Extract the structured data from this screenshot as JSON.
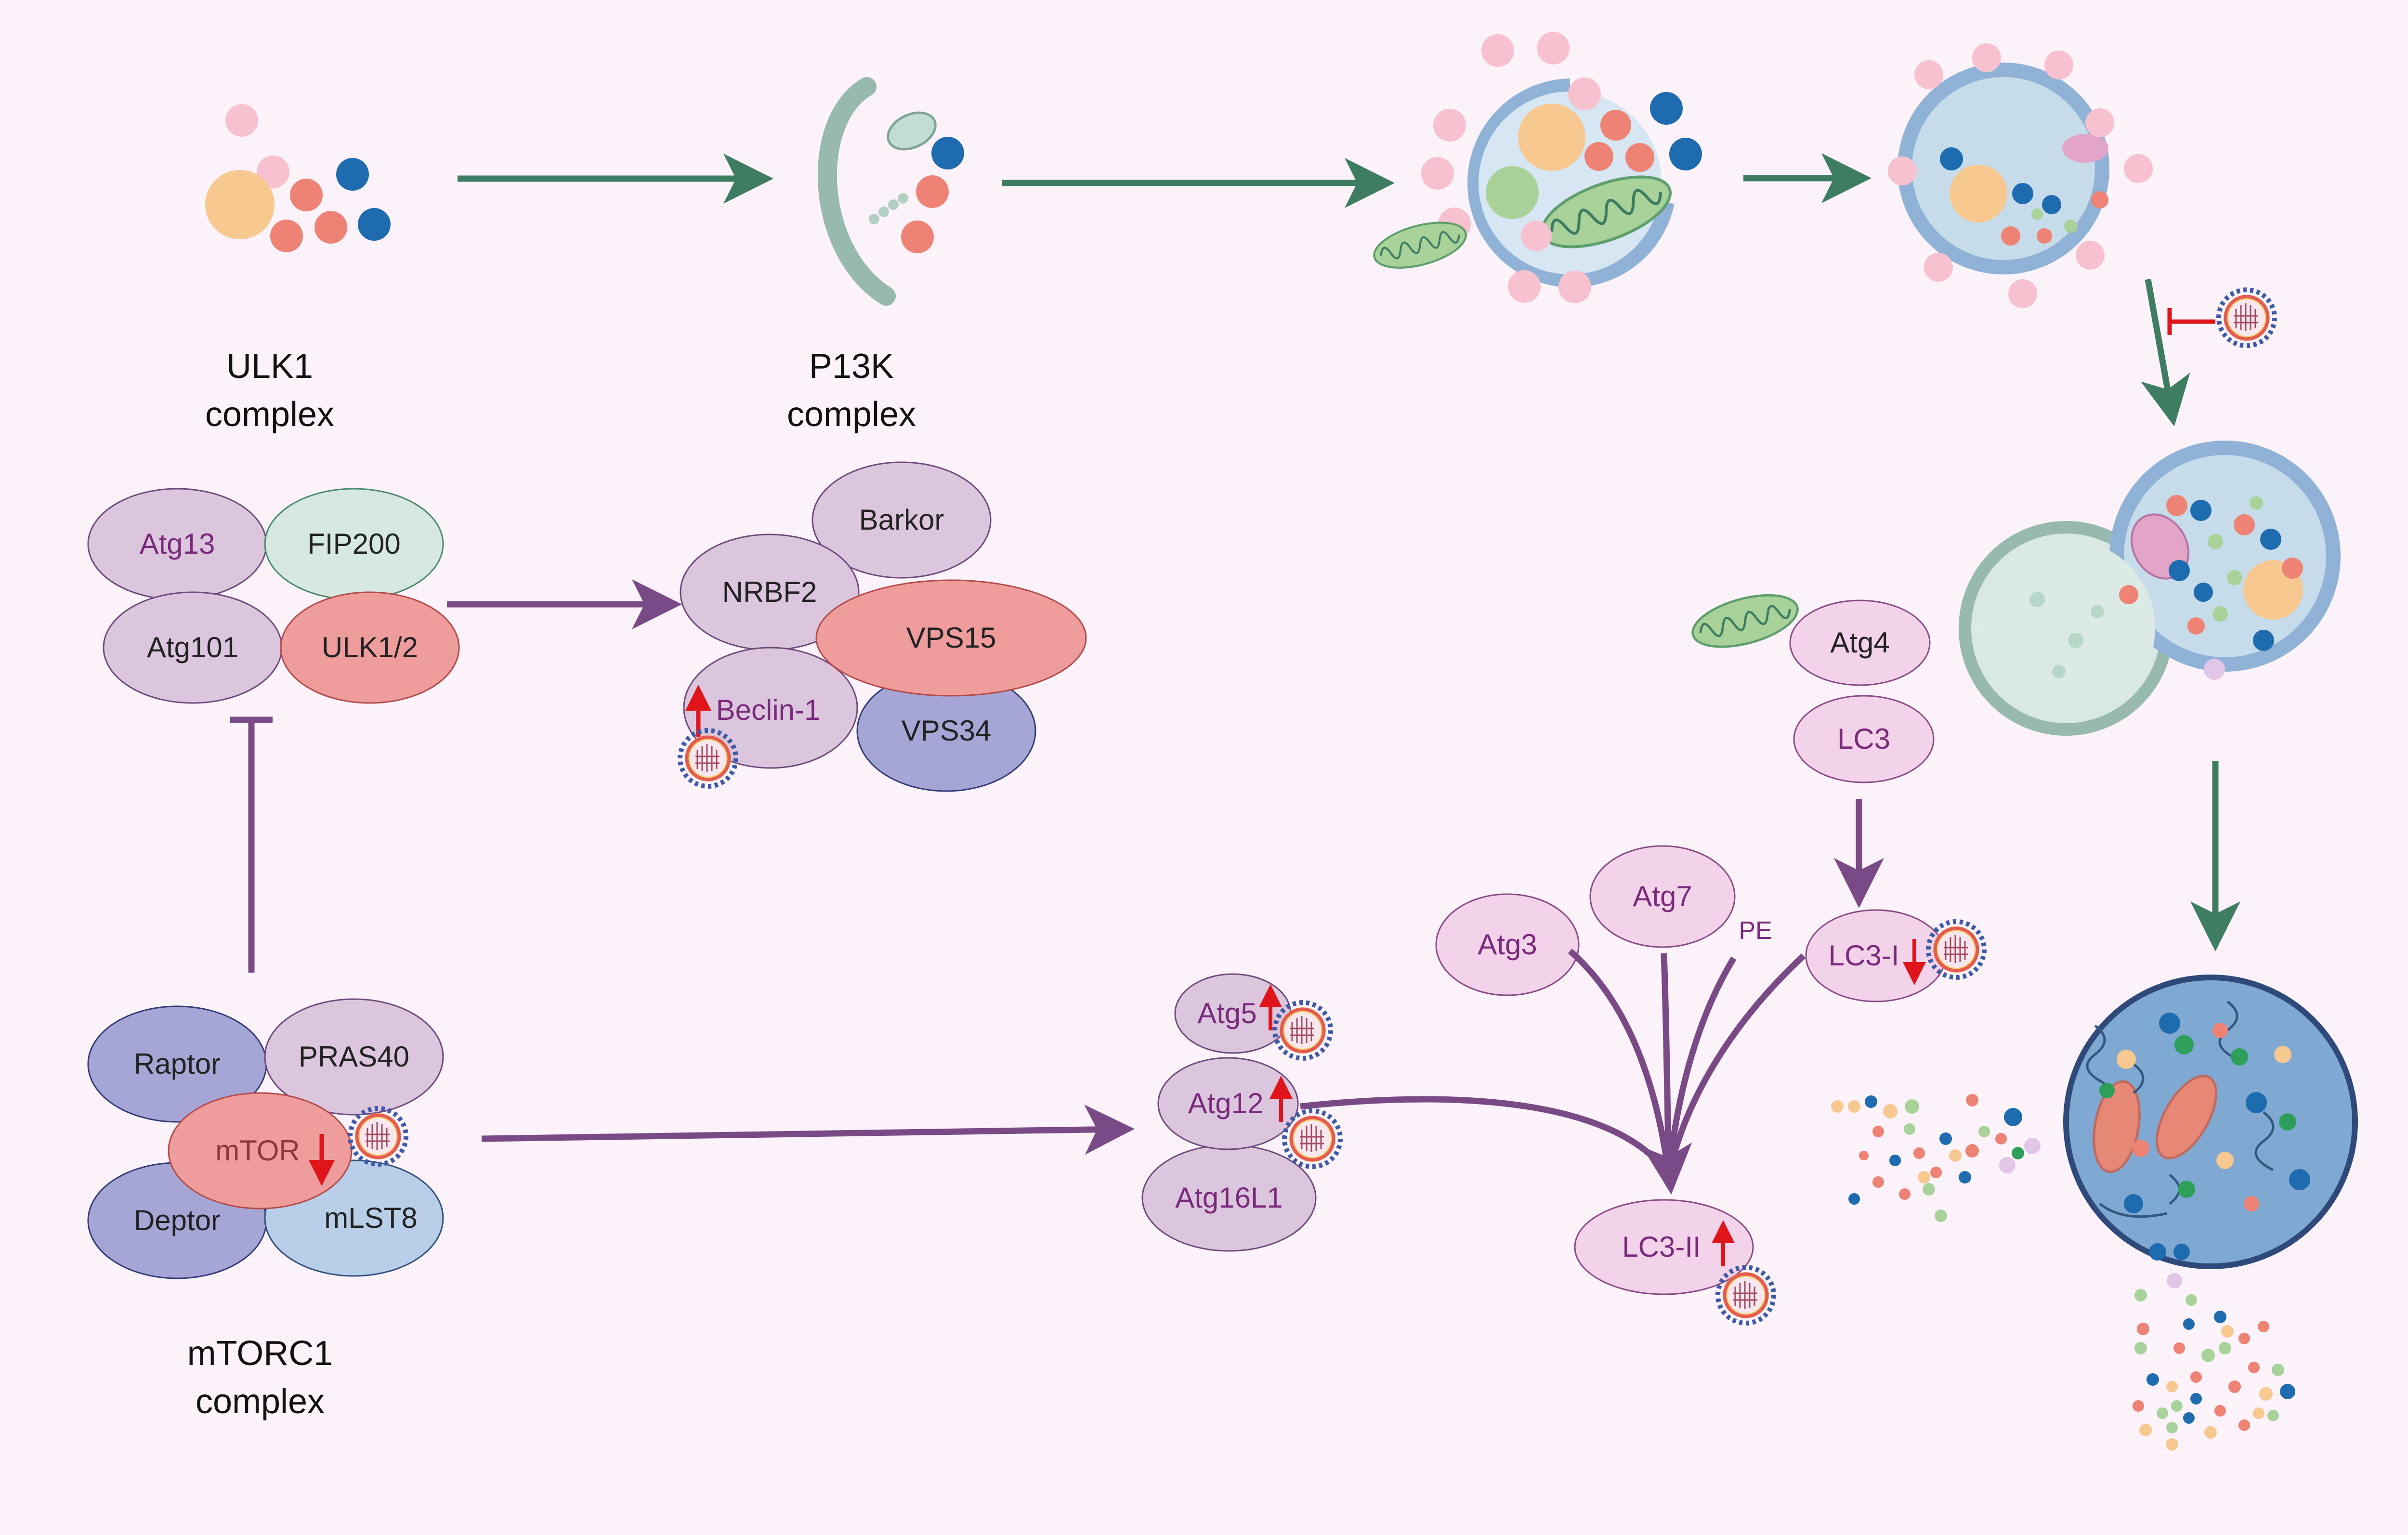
{
  "labels": {
    "ulk1_caption_1": "ULK1",
    "ulk1_caption_2": "complex",
    "pi3k_caption_1": "P13K",
    "pi3k_caption_2": "complex",
    "mtorc1_caption_1": "mTORC1",
    "mtorc1_caption_2": "complex",
    "atg13": "Atg13",
    "fip200": "FIP200",
    "atg101": "Atg101",
    "ulk12": "ULK1/2",
    "barkor": "Barkor",
    "nrbf2": "NRBF2",
    "vps15": "VPS15",
    "beclin1": "Beclin-1",
    "vps34": "VPS34",
    "raptor": "Raptor",
    "pras40": "PRAS40",
    "mtor": "mTOR",
    "deptor": "Deptor",
    "mlst8": "mLST8",
    "atg5": "Atg5",
    "atg12": "Atg12",
    "atg16l1": "Atg16L1",
    "atg4": "Atg4",
    "lc3": "LC3",
    "atg3": "Atg3",
    "atg7": "Atg7",
    "pe": "PE",
    "lc3_i": "LC3-I",
    "lc3_ii": "LC3-II"
  },
  "colors": {
    "background": "#fbf2fa",
    "green_arrow": "#3f7d62",
    "purple_arrow": "#7a4a86",
    "regulation_up_down": "#e0141b",
    "light_purple_node": "#dcc6de",
    "pink_node": "#f3d3ea",
    "red_node": "#ee9c9c",
    "mint_node": "#d6e8e0",
    "blue_node": "#a6a6d6",
    "light_blue_node": "#b9cfe9",
    "vesicle_blue": "#8fb2d6"
  },
  "icons": [
    "virus-icon",
    "up-arrow-icon",
    "down-arrow-icon",
    "inhibition-bar-icon",
    "mitochondrion-icon",
    "phagophore-icon",
    "autophagosome-icon",
    "autolysosome-icon"
  ]
}
